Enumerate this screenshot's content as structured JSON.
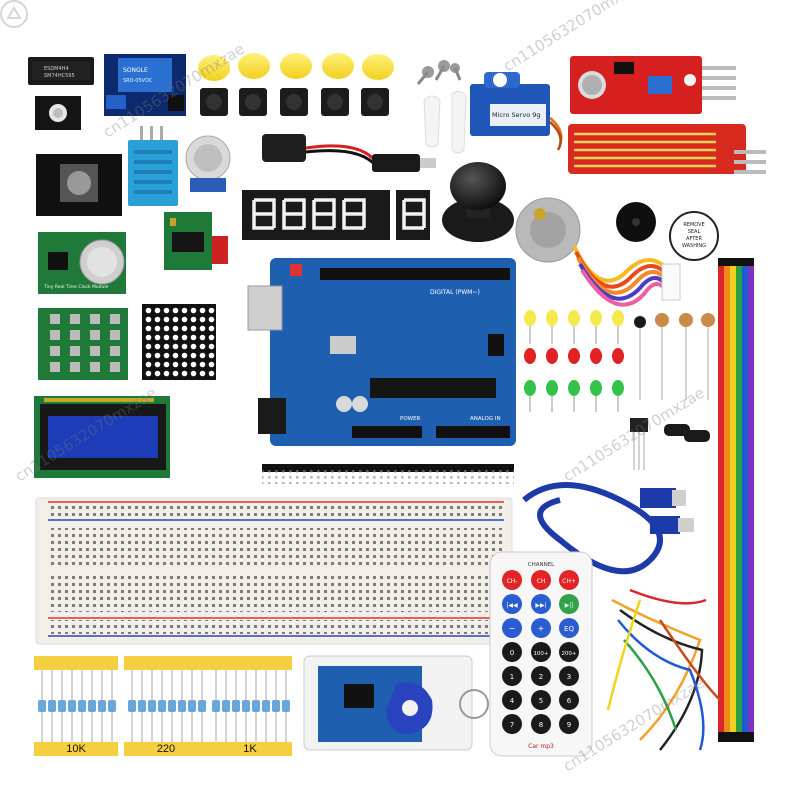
{
  "image": {
    "watermark": "cn1105632070mxzae",
    "resistor_labels": [
      "10K",
      "220",
      "1K"
    ],
    "servo_label": "Micro Servo 9g",
    "board_labels": {
      "digital": "DIGITAL (PWM~)",
      "power": "POWER",
      "analog": "ANALOG IN"
    },
    "rtc_label": "Tiny Real Time Clock Module",
    "buzzer_sticker": [
      "REMOVE",
      "SEAL",
      "AFTER",
      "WASHING"
    ],
    "remote": {
      "header": "CHANNEL",
      "buttons": [
        "CH-",
        "CH",
        "CH+",
        "|◀◀",
        "▶▶|",
        "▶||",
        "−",
        "+",
        "EQ",
        "0",
        "100+",
        "200+",
        "1",
        "2",
        "3",
        "4",
        "5",
        "6",
        "7",
        "8",
        "9"
      ],
      "brand": "Car mp3"
    },
    "colors": {
      "board": "#1f5fb0",
      "jumper_red": "#d8262b",
      "breadboard": "#f1efe8"
    }
  }
}
